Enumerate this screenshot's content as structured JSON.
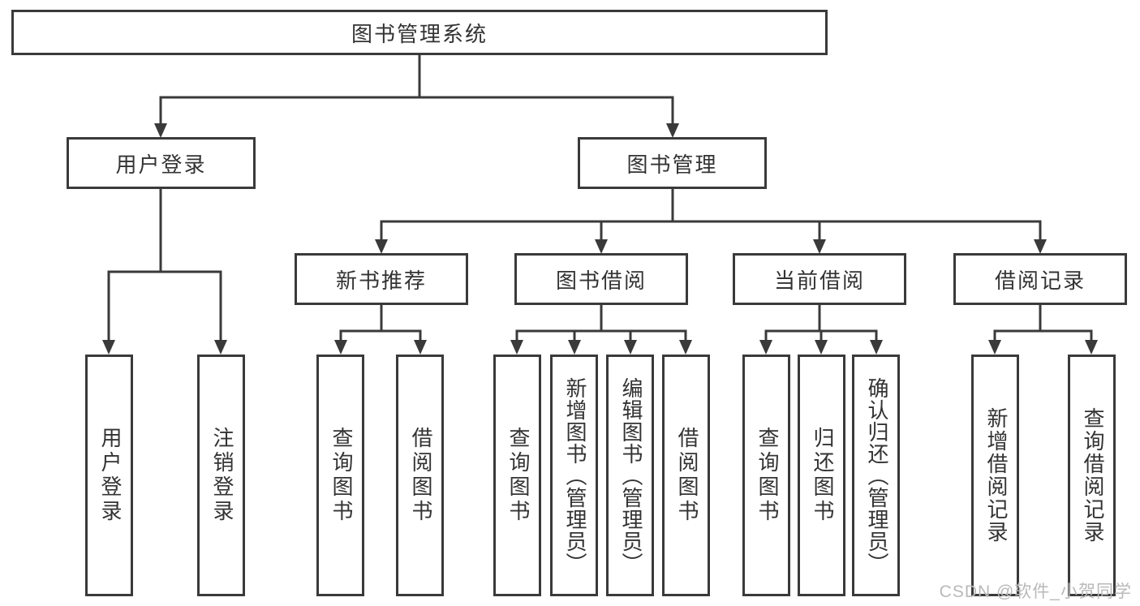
{
  "diagram": {
    "type": "hierarchy-tree",
    "colors": {
      "line": "#3a3a3a",
      "box_border": "#3a3a3a",
      "text": "#333333",
      "background": "#ffffff",
      "watermark": "#b9b9b9"
    },
    "nodes": {
      "root": {
        "label": "图书管理系统"
      },
      "user_login": {
        "label": "用户登录"
      },
      "book_management": {
        "label": "图书管理"
      },
      "new_book_recommend": {
        "label": "新书推荐"
      },
      "book_borrowing": {
        "label": "图书借阅"
      },
      "current_borrowing": {
        "label": "当前借阅"
      },
      "borrowing_records": {
        "label": "借阅记录"
      },
      "leaf_user_login": {
        "label": "用户登录"
      },
      "leaf_logout": {
        "label": "注销登录"
      },
      "leaf_nb_query_books": {
        "label": "查询图书"
      },
      "leaf_nb_borrow_books": {
        "label": "借阅图书"
      },
      "leaf_bb_query_books": {
        "label": "查询图书"
      },
      "leaf_bb_add_books": {
        "label": "新增图书（管理员）"
      },
      "leaf_bb_edit_books": {
        "label": "编辑图书（管理员）"
      },
      "leaf_bb_borrow_books": {
        "label": "借阅图书"
      },
      "leaf_cb_query_books": {
        "label": "查询图书"
      },
      "leaf_cb_return_books": {
        "label": "归还图书"
      },
      "leaf_cb_confirm_return": {
        "label": "确认归还（管理员）"
      },
      "leaf_br_add_record": {
        "label": "新增借阅记录"
      },
      "leaf_br_query_record": {
        "label": "查询借阅记录"
      }
    },
    "edges": [
      [
        "root",
        "user_login"
      ],
      [
        "root",
        "book_management"
      ],
      [
        "user_login",
        "leaf_user_login"
      ],
      [
        "user_login",
        "leaf_logout"
      ],
      [
        "book_management",
        "new_book_recommend"
      ],
      [
        "book_management",
        "book_borrowing"
      ],
      [
        "book_management",
        "current_borrowing"
      ],
      [
        "book_management",
        "borrowing_records"
      ],
      [
        "new_book_recommend",
        "leaf_nb_query_books"
      ],
      [
        "new_book_recommend",
        "leaf_nb_borrow_books"
      ],
      [
        "book_borrowing",
        "leaf_bb_query_books"
      ],
      [
        "book_borrowing",
        "leaf_bb_add_books"
      ],
      [
        "book_borrowing",
        "leaf_bb_edit_books"
      ],
      [
        "book_borrowing",
        "leaf_bb_borrow_books"
      ],
      [
        "current_borrowing",
        "leaf_cb_query_books"
      ],
      [
        "current_borrowing",
        "leaf_cb_return_books"
      ],
      [
        "current_borrowing",
        "leaf_cb_confirm_return"
      ],
      [
        "borrowing_records",
        "leaf_br_add_record"
      ],
      [
        "borrowing_records",
        "leaf_br_query_record"
      ]
    ]
  },
  "watermark": {
    "text": "CSDN @软件_小贺同学"
  }
}
